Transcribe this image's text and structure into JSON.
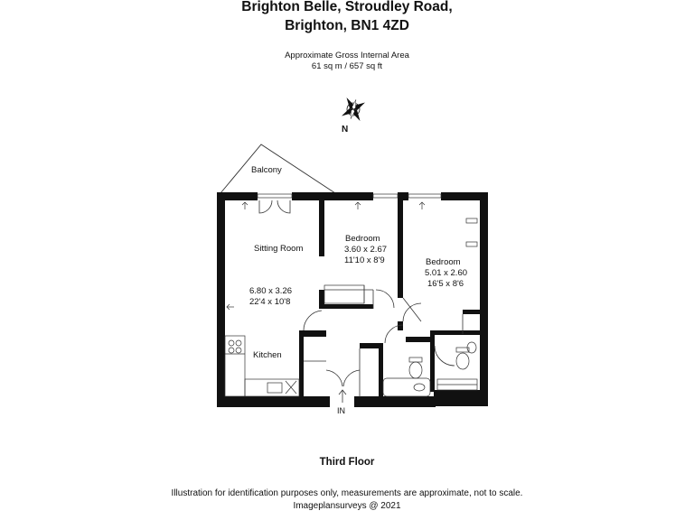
{
  "header": {
    "address_line1": "Brighton Belle, Stroudley Road,",
    "address_line2": "Brighton, BN1 4ZD",
    "area_label": "Approximate Gross Internal Area",
    "area_value": "61 sq m / 657 sq ft"
  },
  "compass": {
    "label": "N",
    "icon": "compass-icon"
  },
  "rooms": {
    "balcony": {
      "name": "Balcony"
    },
    "sitting_room": {
      "name": "Sitting Room",
      "metric": "6.80 x 3.26",
      "imperial": "22'4 x 10'8"
    },
    "kitchen": {
      "name": "Kitchen"
    },
    "bedroom1": {
      "name": "Bedroom",
      "metric": "3.60 x 2.67",
      "imperial": "11'10 x 8'9"
    },
    "bedroom2": {
      "name": "Bedroom",
      "metric": "5.01 x 2.60",
      "imperial": "16'5 x 8'6"
    }
  },
  "entrance_label": "IN",
  "floor_label": "Third Floor",
  "footer": {
    "disclaimer": "Illustration for identification purposes only, measurements are approximate, not to scale.",
    "credit": "Imageplansurveys @ 2021"
  },
  "colors": {
    "wall": "#111111",
    "line": "#333333"
  }
}
